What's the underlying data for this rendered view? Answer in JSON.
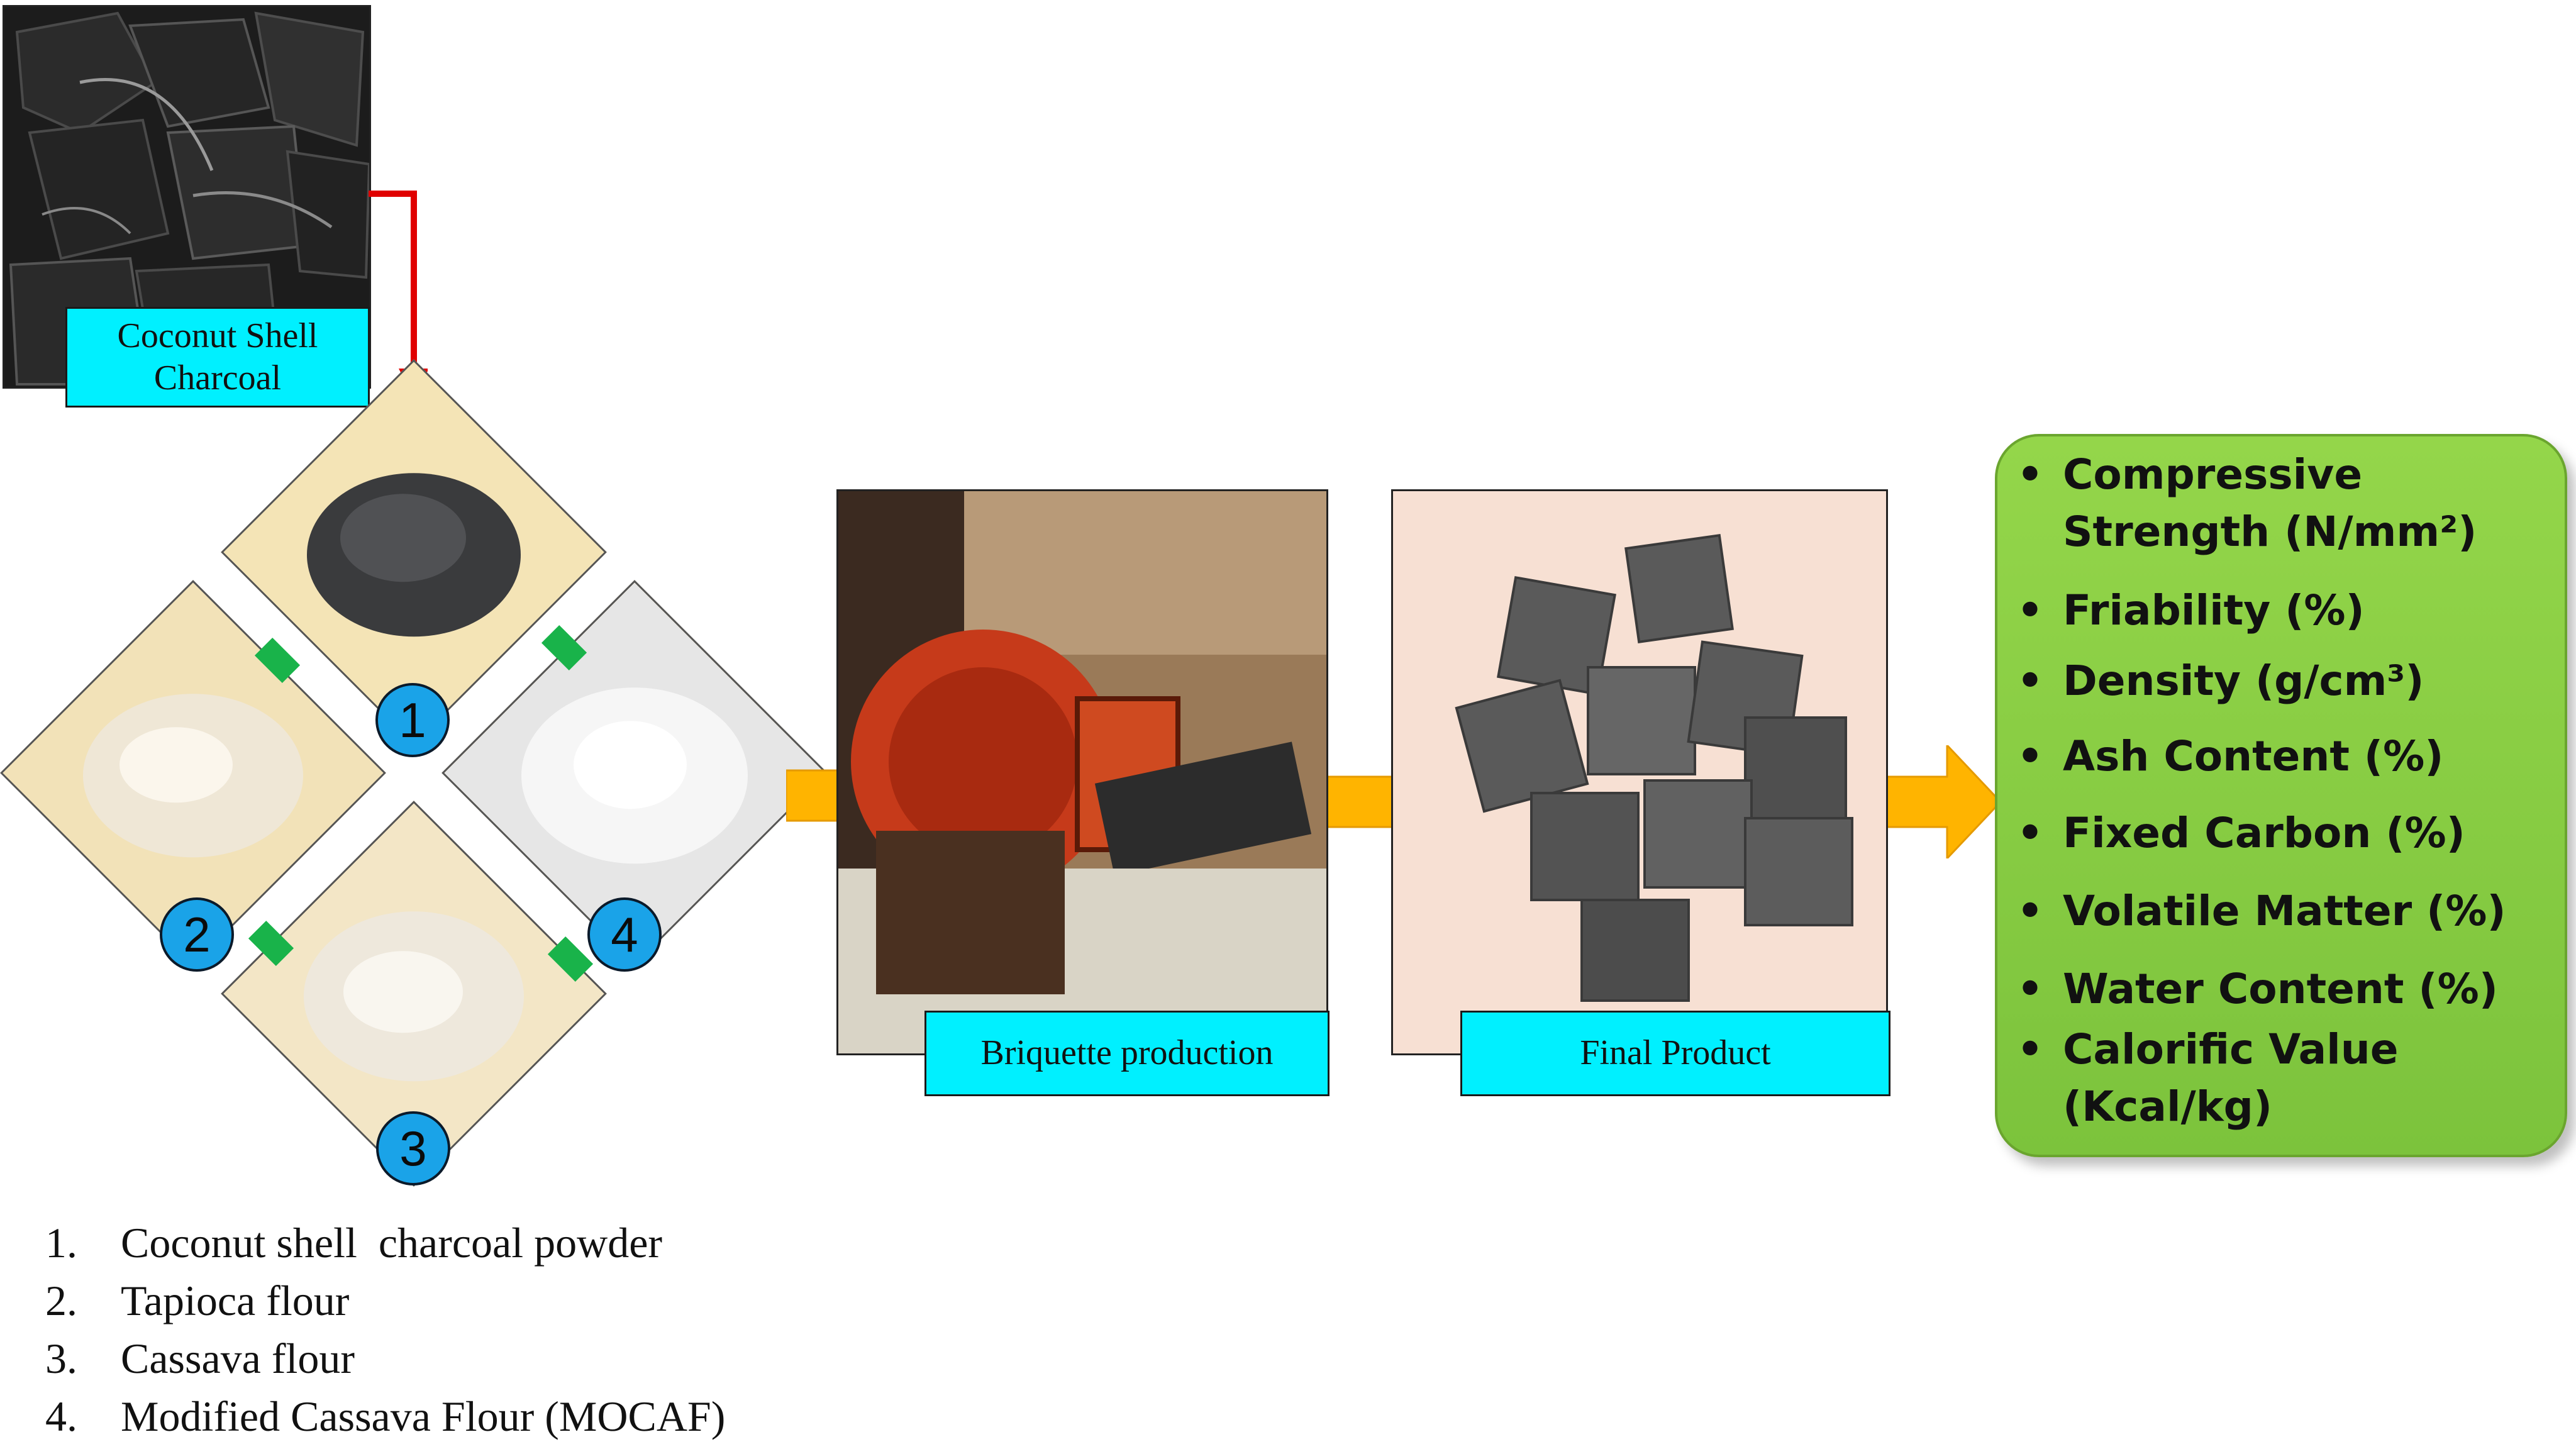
{
  "nodes": {
    "coconut_shell_charcoal": "Coconut Shell\nCharcoal",
    "briquette_production": "Briquette production",
    "final_product": "Final Product"
  },
  "diamond_numbers": [
    "1",
    "2",
    "3",
    "4"
  ],
  "materials_list": [
    {
      "num": "1.",
      "label": "Coconut shell  charcoal powder"
    },
    {
      "num": "2.",
      "label": "Tapioca flour"
    },
    {
      "num": "3.",
      "label": "Cassava flour"
    },
    {
      "num": "4.",
      "label": "Modified Cassava Flour (MOCAF)"
    }
  ],
  "properties": [
    {
      "bullet": "•",
      "line1": "Compressive",
      "line2": "Strength (N/mm²)"
    },
    {
      "bullet": "•",
      "line1": "Friability (%)"
    },
    {
      "bullet": "•",
      "line1": "Density (g/cm³)"
    },
    {
      "bullet": "•",
      "line1": "Ash Content (%)"
    },
    {
      "bullet": "•",
      "line1": "Fixed Carbon (%)"
    },
    {
      "bullet": "•",
      "line1": "Volatile Matter (%)"
    },
    {
      "bullet": "•",
      "line1": "Water Content (%)"
    },
    {
      "bullet": "•",
      "line1": "Calorific Value",
      "line2": "(Kcal/kg)"
    }
  ],
  "colors": {
    "label_box": "#00f0ff",
    "arrow": "#ffb400",
    "connector": "#19b34a",
    "number_circle": "#1aa3e8",
    "properties_box": "#7cc33c",
    "flow_line": "#e00000"
  }
}
